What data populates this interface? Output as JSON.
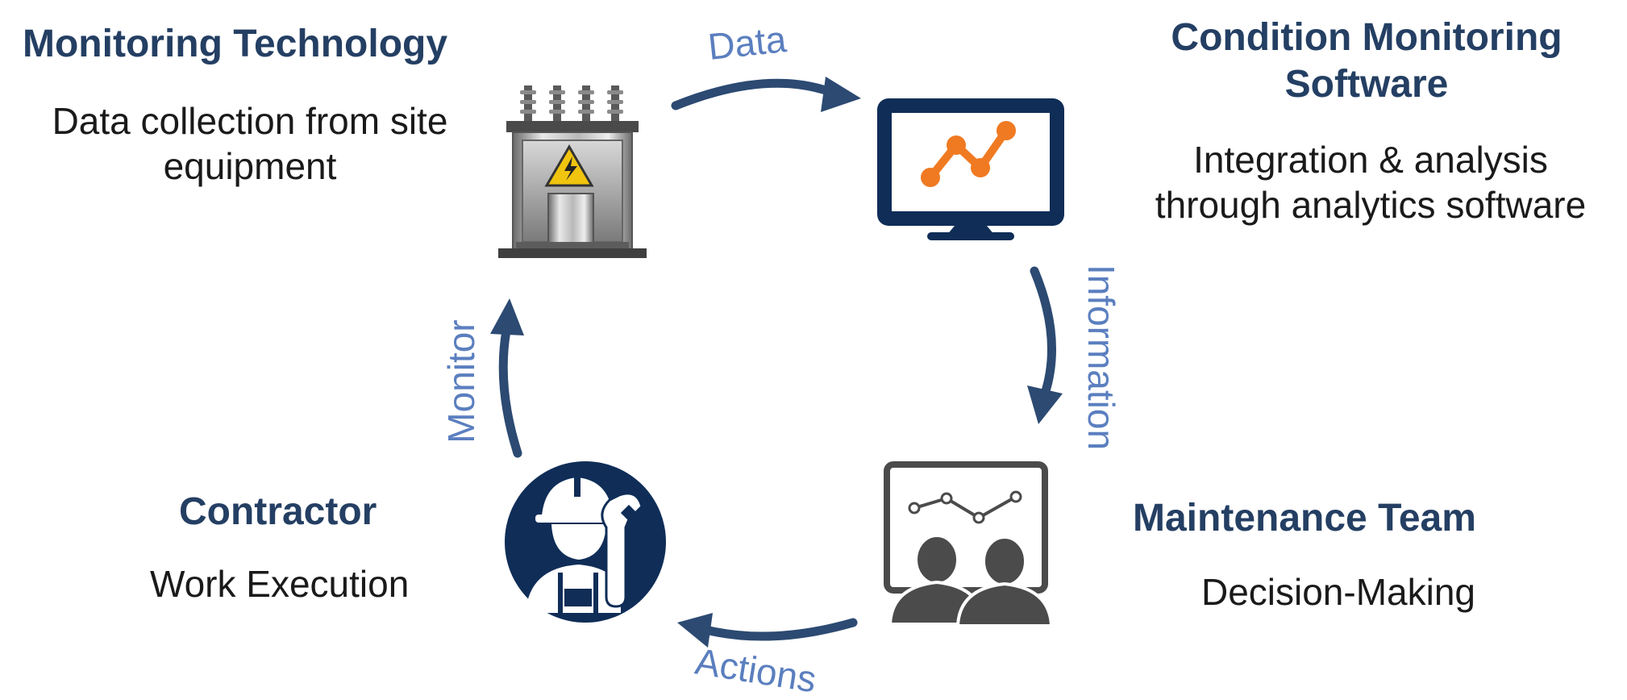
{
  "nodes": {
    "monitoring_technology": {
      "title": "Monitoring Technology",
      "description": "Data collection from site equipment",
      "icon": "transformer-icon"
    },
    "condition_monitoring_software": {
      "title_line1": "Condition Monitoring",
      "title_line2": "Software",
      "description_line1": "Integration & analysis",
      "description_line2": "through analytics software",
      "icon": "monitor-chart-icon"
    },
    "maintenance_team": {
      "title": "Maintenance Team",
      "description": "Decision-Making",
      "icon": "team-whiteboard-icon"
    },
    "contractor": {
      "title": "Contractor",
      "description": "Work Execution",
      "icon": "worker-wrench-icon"
    }
  },
  "flows": {
    "data": "Data",
    "information": "Information",
    "actions": "Actions",
    "monitor": "Monitor"
  },
  "colors": {
    "navy": "#0f2d57",
    "title": "#243f63",
    "flow_label": "#5b7fbf",
    "arrow": "#2c4a72",
    "orange": "#f07a22",
    "gray": "#4b4b4b"
  }
}
